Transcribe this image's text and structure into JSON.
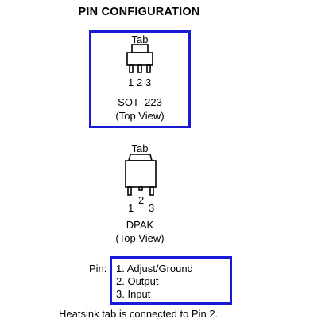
{
  "title": "PIN CONFIGURATION",
  "sot223": {
    "tab_label": "Tab",
    "pin_numbers": [
      "1",
      "2",
      "3"
    ],
    "name": "SOT–223",
    "view": "(Top View)"
  },
  "dpak": {
    "tab_label": "Tab",
    "pin_numbers": [
      "1",
      "2",
      "3"
    ],
    "name": "DPAK",
    "view": "(Top View)"
  },
  "pins": {
    "heading": "Pin:",
    "items": [
      "1. Adjust/Ground",
      "2. Output",
      "3. Input"
    ]
  },
  "note": "Heatsink tab is connected to Pin 2.",
  "colors": {
    "highlight_box": "#1a1ad6",
    "text": "#000000"
  }
}
